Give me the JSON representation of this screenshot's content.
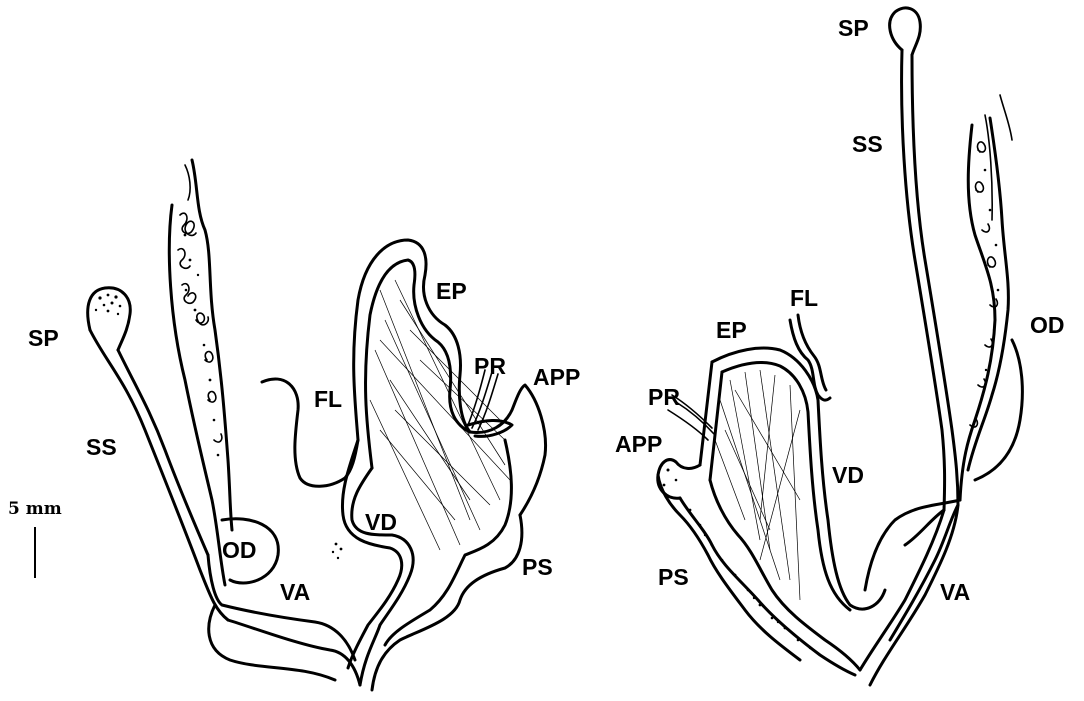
{
  "left_figure": {
    "labels": {
      "sp": "SP",
      "ss": "SS",
      "od": "OD",
      "va": "VA",
      "fl": "FL",
      "ep": "EP",
      "pr": "PR",
      "app": "APP",
      "vd": "VD",
      "ps": "PS"
    }
  },
  "right_figure": {
    "labels": {
      "sp": "SP",
      "ss": "SS",
      "od": "OD",
      "fl": "FL",
      "ep": "EP",
      "pr": "PR",
      "app": "APP",
      "vd": "VD",
      "va": "VA",
      "ps": "PS"
    }
  },
  "scale_bar": {
    "label": "5 mm"
  }
}
